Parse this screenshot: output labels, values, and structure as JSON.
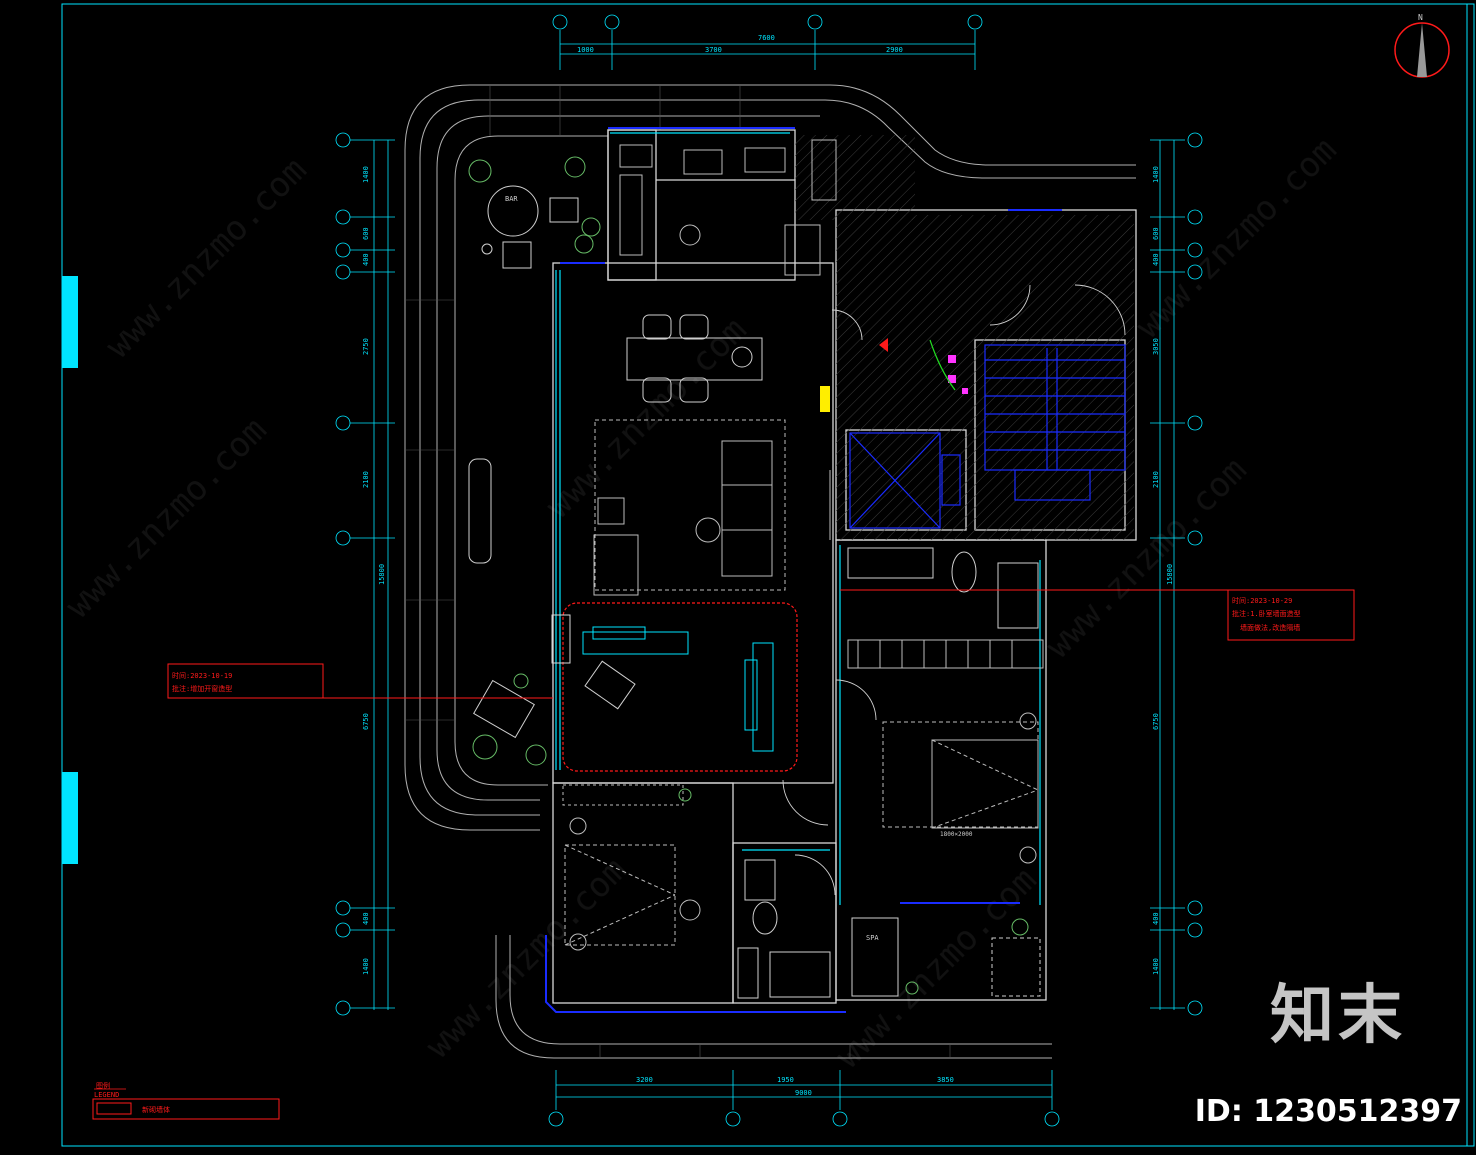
{
  "compass": {
    "label": "N"
  },
  "dimensions": {
    "top_total": "7600",
    "top_segments": [
      "1000",
      "3700",
      "2900"
    ],
    "bottom_total": "9000",
    "bottom_segments": [
      "3200",
      "1950",
      "3850"
    ],
    "left_segments": [
      "1400",
      "600",
      "400",
      "2750",
      "2100",
      "15800",
      "6750",
      "400",
      "1400"
    ],
    "right_segments": [
      "1400",
      "600",
      "400",
      "3050",
      "2100",
      "15800",
      "6750",
      "400",
      "1400"
    ]
  },
  "rooms": {
    "bar": "BAR",
    "spa": "SPA",
    "bed_size": "1800×2000"
  },
  "annotations": {
    "right_box": {
      "line1": "时间:2023-10-29",
      "line2": "批注:1.卧室墙面造型",
      "line3": "墙面做法,改造隔墙"
    },
    "left_box": {
      "line1": "时间:2023-10-19",
      "line2": "批注:增加开窗造型"
    }
  },
  "legend": {
    "title": "图例",
    "subtitle": "LEGEND",
    "item": "新砌墙体"
  },
  "branding": {
    "logo": "知末",
    "id": "ID: 1230512397",
    "watermark": "www.znzmo.com"
  },
  "colors": {
    "background": "#000000",
    "wall": "#d8d8d8",
    "cyan": "#00e5ff",
    "blue": "#1a2cff",
    "red": "#ff1a1a",
    "magenta": "#ff33ff",
    "yellow": "#ffee00",
    "green": "#22dd22"
  }
}
